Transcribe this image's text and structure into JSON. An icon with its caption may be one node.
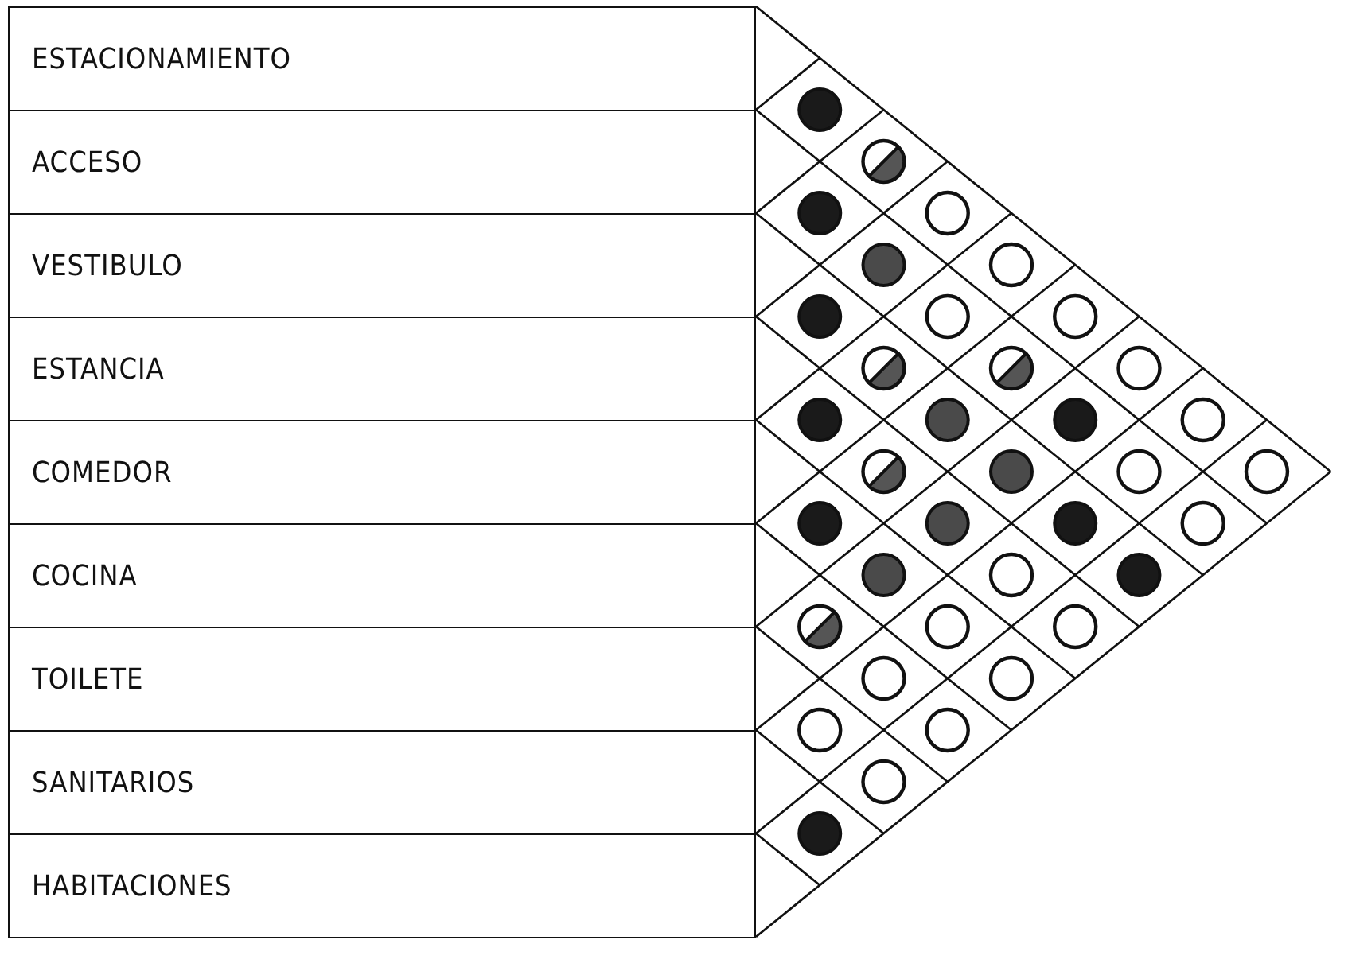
{
  "diagram": {
    "nodes": [
      {
        "text": [
          "ESTACIONAMIENTO"
        ]
      },
      {
        "text": [
          "ACCESO"
        ]
      },
      {
        "text": [
          "VESTIBULO"
        ]
      },
      {
        "text": [
          "ESTANCIA"
        ]
      },
      {
        "text": [
          "COMEDOR"
        ]
      },
      {
        "text": [
          "COCINA"
        ]
      },
      {
        "text": [
          "TOILETE"
        ]
      },
      {
        "text": [
          "SANITARIOS"
        ]
      },
      {
        "text": [
          "HABITACIONES"
        ]
      }
    ]
  }
}
